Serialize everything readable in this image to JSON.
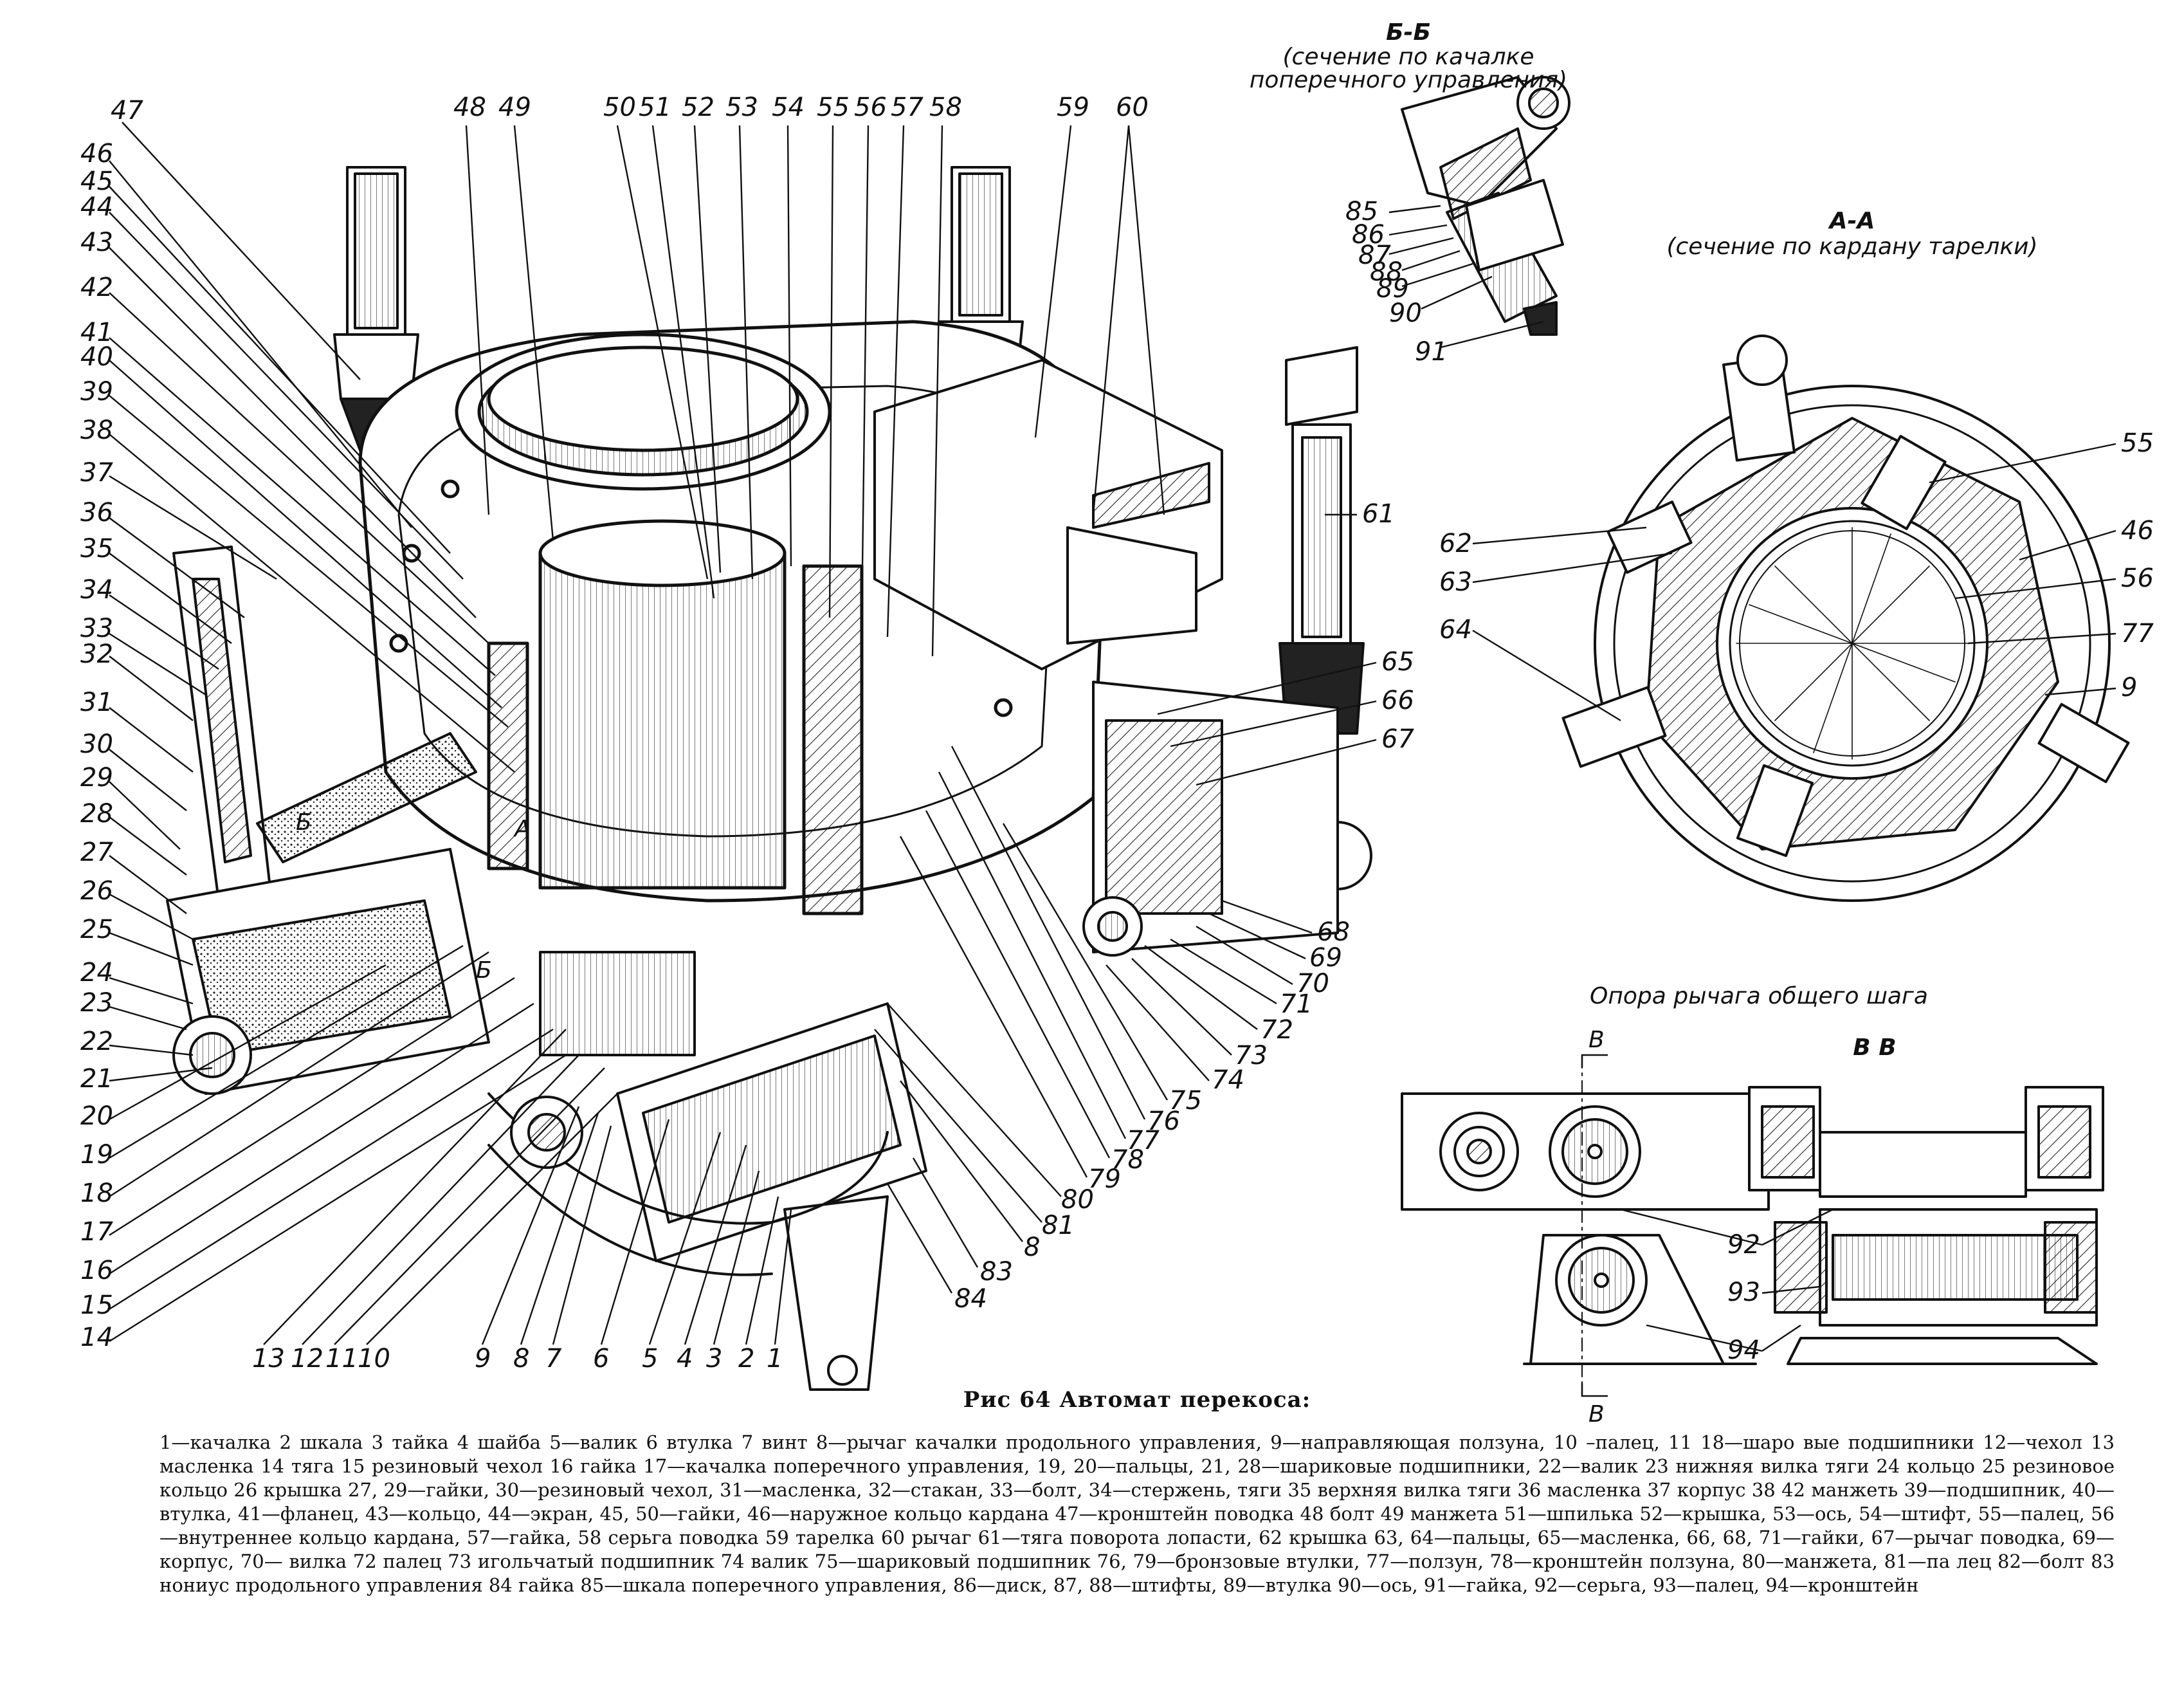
{
  "figure": {
    "title": "Рис 64 Автомат перекоса:",
    "legend": [
      "1—качалка 2 шкала 3 тайка 4 шайба 5—валик 6 втулка 7 винт 8—рычаг качалки продольного управления, 9—направляющая ползуна, 10 –палец, 11 18—шаро",
      "вые подшипники 12—чехол 13 масленка 14 тяга 15 резиновый чехол 16 гайка 17—качалка поперечного управления, 19, 20—пальцы, 21, 28—шариковые подшипники,",
      "22—валик 23 нижняя вилка тяги 24 кольцо 25 резиновое кольцо 26 крышка 27, 29—гайки, 30—резиновый чехол, 31—масленка, 32—стакан, 33—болт, 34—стержень,",
      "тяги 35 верхняя вилка тяги 36 масленка 37 корпус 38 42 манжеть 39—подшипник, 40—втулка, 41—фланец, 43—кольцо, 44—экран, 45, 50—гайки, 46—наружное",
      "кольцо кардана 47—кронштейн поводка 48 болт 49 манжета 51—шпилька 52—крышка, 53—ось, 54—штифт, 55—палец, 56—внутреннее кольцо кардана, 57—гайка,",
      "58 серьга поводка 59 тарелка 60 рычаг 61—тяга поворота лопасти, 62 крышка 63, 64—пальцы, 65—масленка, 66, 68, 71—гайки, 67—рычаг поводка, 69—корпус, 70—",
      "вилка 72 палец 73 игольчатый подшипник 74 валик 75—шариковый подшипник 76, 79—бронзовые втулки, 77—ползун, 78—кронштейн ползуна, 80—манжета, 81—па",
      "лец 82—болт 83 нониус продольного управления 84 гайка 85—шкала поперечного управления, 86—диск, 87, 88—штифты, 89—втулка 90—ось, 91—гайка, 92—серьга,",
      "93—палец, 94—кронштейн"
    ]
  },
  "sections": {
    "bb_title": "Б-Б",
    "bb_sub1": "(сечение по качалке",
    "bb_sub2": "поперечного управления)",
    "aa_title": "А-А",
    "aa_sub": "(сечение по кардану тарелки)",
    "support_title": "Опора рычага общего шага",
    "vv_title": "В В",
    "cut_b_top": "В",
    "cut_b_bottom": "В",
    "marker_a": "А",
    "marker_b1": "Б",
    "marker_b2": "Б"
  },
  "callouts": {
    "main_top": [
      "47",
      "48",
      "49",
      "50",
      "51",
      "52",
      "53",
      "54",
      "55",
      "56",
      "57",
      "58",
      "59",
      "60"
    ],
    "main_left": [
      "46",
      "45",
      "44",
      "43",
      "42",
      "41",
      "40",
      "39",
      "38",
      "37",
      "36",
      "35",
      "34",
      "33",
      "32",
      "31",
      "30",
      "29",
      "28",
      "27",
      "26",
      "25",
      "24",
      "23",
      "22",
      "21",
      "20",
      "19",
      "18",
      "17",
      "16",
      "15",
      "14"
    ],
    "main_bottom": [
      "13",
      "12",
      "11",
      "10",
      "9",
      "8",
      "7",
      "6",
      "5",
      "4",
      "3",
      "2",
      "1"
    ],
    "main_right": [
      "61",
      "65",
      "66",
      "67",
      "68",
      "69",
      "70",
      "71",
      "72",
      "73",
      "74",
      "75",
      "76",
      "77",
      "78",
      "79",
      "80",
      "81",
      "8",
      "83",
      "84"
    ],
    "section_bb": [
      "85",
      "86",
      "87",
      "88",
      "89",
      "90",
      "91"
    ],
    "section_aa": [
      "55",
      "46",
      "56",
      "77",
      "9",
      "62",
      "63",
      "64"
    ],
    "section_vv": [
      "92",
      "93",
      "94"
    ]
  }
}
